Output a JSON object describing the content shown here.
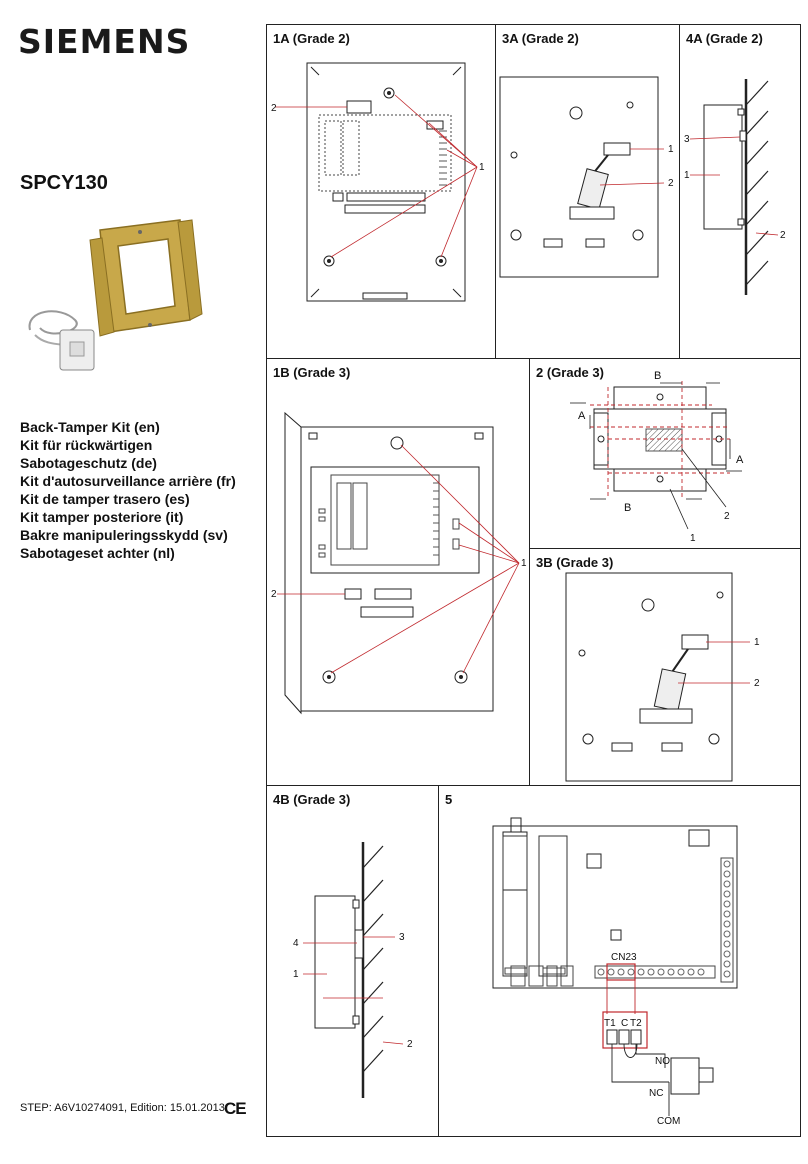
{
  "header": {
    "brand": "SIEMENS",
    "product_code": "SPCY130"
  },
  "languages": [
    "Back-Tamper Kit (en)",
    "Kit für rückwärtigen Sabotageschutz (de)",
    "Kit d'autosurveillance arrière (fr)",
    "Kit de tamper trasero (es)",
    "Kit tamper posteriore (it)",
    "Bakre manipuleringsskydd (sv)",
    "Sabotageset achter (nl)"
  ],
  "footer": {
    "step": "STEP: A6V10274091, Edition: 15.01.2013",
    "ce_mark": "CE"
  },
  "panels": {
    "p1a": {
      "title": "1A (Grade 2)",
      "callouts": [
        "1",
        "2"
      ]
    },
    "p3a": {
      "title": "3A (Grade 2)",
      "callouts": [
        "1",
        "2"
      ]
    },
    "p4a": {
      "title": "4A (Grade 2)",
      "callouts": [
        "1",
        "2",
        "3"
      ]
    },
    "p1b": {
      "title": "1B (Grade 3)",
      "callouts": [
        "1",
        "2"
      ]
    },
    "p2": {
      "title": "2 (Grade 3)",
      "dims": [
        "A",
        "B"
      ],
      "callouts": [
        "1",
        "2"
      ]
    },
    "p3b": {
      "title": "3B (Grade 3)",
      "callouts": [
        "1",
        "2"
      ]
    },
    "p4b": {
      "title": "4B (Grade 3)",
      "callouts": [
        "1",
        "2",
        "3",
        "4"
      ]
    },
    "p5": {
      "title": "5",
      "connector": "CN23",
      "terminals": [
        "T1",
        "C",
        "T2"
      ],
      "switch": [
        "NO",
        "NC",
        "COM"
      ]
    }
  },
  "colors": {
    "callout_line": "#c0282d",
    "ink": "#222222"
  }
}
